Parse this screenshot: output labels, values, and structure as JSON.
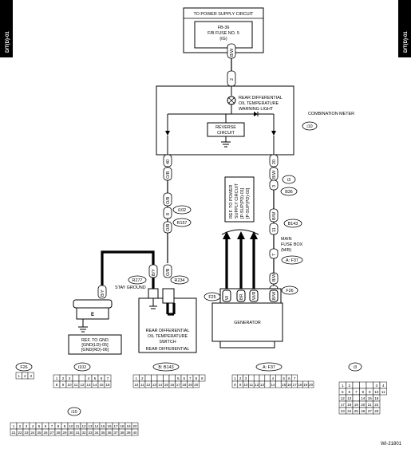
{
  "side_tabs": {
    "left": "D/T(D)-01",
    "right": "D/T(D)-01"
  },
  "power": {
    "l1": "TO POWER SUPPLY CIRCUIT",
    "l2": "FB-36",
    "l3": "F/B FUSE NO. 5",
    "l4": "(IG)"
  },
  "meter": {
    "name": "COMBINATION METER",
    "id": "i10",
    "light_l1": "REAR DIFFERENTIAL",
    "light_l2": "OIL TEMPERATURE",
    "light_l3": "WARNING LIGHT",
    "rev_l1": "REVERSE",
    "rev_l2": "CIRCUIT"
  },
  "pins": {
    "p2": "2",
    "p40": "40",
    "p20": "20",
    "p3": "3",
    "p8": "8",
    "p11": "11",
    "p1": "1",
    "p7": "7",
    "pw1": "1",
    "pb1": "1",
    "pb2": "2",
    "pbr": "3",
    "pbw2": "2"
  },
  "wires": {
    "bw_top": "B/W",
    "ob": "O/B",
    "bw_mid": "B/W",
    "ob2": "O/B",
    "ob3": "O/B",
    "bw3": "B/W",
    "bw4": "B/W",
    "bw5": "B/W",
    "by": "B/Y",
    "by2": "B/Y",
    "w": "W",
    "br": "BR",
    "wr": "W/R",
    "bw6": "B/W"
  },
  "connectors": {
    "i102": "i102",
    "r157": "R157",
    "i3": "i3",
    "b36": "B36",
    "b143": "B143",
    "f37": "A: F37",
    "f26": "F26",
    "f25": "F25",
    "r277": "R277",
    "r234": "R234"
  },
  "labels": {
    "ref_supply_l1": "REF. TO POWER",
    "ref_supply_l2": "SUPPLY CIRCUIT",
    "ref_supply_l3": "[P-SUP(PD)-01]",
    "ref_supply_l4": "[P-SUP(PD)-02]",
    "fuse_box_l1": "MAIN",
    "fuse_box_l2": "FUSE BOX",
    "fuse_box_l3": "(M/B)",
    "stay_ground": "STAY GROUND",
    "ground_e": "E",
    "ref_gnd_l1": "REF. TO GND",
    "ref_gnd_l2": "[GND(LD)-05]",
    "ref_gnd_l3": "[GND(RD)-06]",
    "switch_l1": "REAR DIFFERENTIAL",
    "switch_l2": "OIL TEMPERATURE",
    "switch_l3": "SWITCH",
    "rear_diff": "REAR DIFFERENTIAL",
    "generator": "GENERATOR"
  },
  "legend": {
    "f26": "F26",
    "i102": "i102",
    "b143": "B: B143",
    "f37": "A: F37",
    "i3": "i3",
    "i10": "i10"
  },
  "pin_grids": {
    "f26": [
      [
        "1",
        "2",
        "3"
      ]
    ],
    "i102": [
      [
        "1",
        "2",
        "3",
        "",
        "",
        "4",
        "5",
        "6",
        "7"
      ],
      [
        "8",
        "9",
        "10",
        "11",
        "12",
        "13",
        "14",
        "15",
        "16"
      ]
    ],
    "b143": [
      [
        "1",
        "2",
        "",
        "",
        "",
        "",
        "",
        "5",
        "6",
        "7",
        "8",
        "9"
      ],
      [
        "10",
        "11",
        "12",
        "13",
        "14",
        "15",
        "16",
        "17",
        "18",
        "19",
        "20"
      ]
    ],
    "f37": [
      [
        "1",
        "2",
        "3",
        "",
        "",
        "",
        "",
        "4",
        "",
        "5",
        "6",
        "7"
      ],
      [
        "8",
        "9",
        "10",
        "11",
        "12",
        "13",
        "",
        "14",
        "",
        "15",
        "16",
        "17",
        "18",
        "19",
        "20"
      ]
    ],
    "i3": [
      [
        "1",
        "2",
        "",
        "",
        "",
        "3",
        "4"
      ],
      [
        "5",
        "6",
        "7",
        "8",
        "9",
        "10",
        "11"
      ],
      [
        "12",
        "13",
        "",
        "14",
        "15",
        "16"
      ],
      [
        "17",
        "18",
        "19",
        "20",
        "21",
        "22"
      ],
      [
        "23",
        "24",
        "25",
        "26",
        "27",
        "28"
      ]
    ],
    "i10": [
      [
        "1",
        "2",
        "3",
        "4",
        "5",
        "6",
        "7",
        "8",
        "9",
        "10",
        "11",
        "12",
        "13",
        "14",
        "15",
        "16",
        "17",
        "18",
        "19",
        "20"
      ],
      [
        "21",
        "22",
        "23",
        "24",
        "25",
        "26",
        "27",
        "28",
        "29",
        "30",
        "31",
        "32",
        "33",
        "34",
        "35",
        "36",
        "37",
        "38",
        "39",
        "40"
      ]
    ]
  },
  "figure_id": "WI-21801"
}
